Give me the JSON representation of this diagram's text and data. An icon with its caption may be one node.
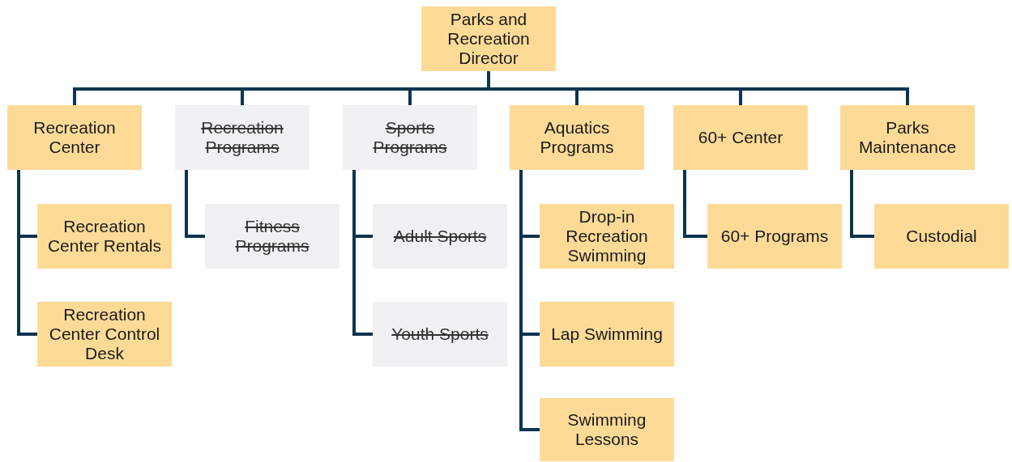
{
  "diagram": {
    "nodes": [
      {
        "text": [
          "Parks and Recreation Director"
        ]
      },
      {
        "text": [
          "Recreation Center"
        ]
      },
      {
        "text": [
          "Recreation Programs"
        ]
      },
      {
        "text": [
          "Sports Programs"
        ]
      },
      {
        "text": [
          "Aquatics Programs"
        ]
      },
      {
        "text": [
          "60+ Center"
        ]
      },
      {
        "text": [
          "Parks Maintenance"
        ]
      },
      {
        "text": [
          "Recreation Center Rentals"
        ]
      },
      {
        "text": [
          "Recreation Center Control Desk"
        ]
      },
      {
        "text": [
          "Fitness Programs"
        ]
      },
      {
        "text": [
          "Adult Sports"
        ]
      },
      {
        "text": [
          "Youth Sports"
        ]
      },
      {
        "text": [
          "Drop-in Recreation Swimming"
        ]
      },
      {
        "text": [
          "Lap Swimming"
        ]
      },
      {
        "text": [
          "Swimming Lessons"
        ]
      },
      {
        "text": [
          "60+ Programs"
        ]
      },
      {
        "text": [
          "Custodial"
        ]
      }
    ],
    "edges": [
      {
        "from": 0,
        "to": 1,
        "arrow": "none"
      },
      {
        "from": 0,
        "to": 2,
        "arrow": "none"
      },
      {
        "from": 0,
        "to": 3,
        "arrow": "none"
      },
      {
        "from": 0,
        "to": 4,
        "arrow": "none"
      },
      {
        "from": 0,
        "to": 5,
        "arrow": "none"
      },
      {
        "from": 0,
        "to": 6,
        "arrow": "none"
      },
      {
        "from": 1,
        "to": 7,
        "arrow": "none"
      },
      {
        "from": 1,
        "to": 8,
        "arrow": "none"
      },
      {
        "from": 2,
        "to": 9,
        "arrow": "none"
      },
      {
        "from": 3,
        "to": 10,
        "arrow": "none"
      },
      {
        "from": 3,
        "to": 11,
        "arrow": "none"
      },
      {
        "from": 4,
        "to": 12,
        "arrow": "none"
      },
      {
        "from": 4,
        "to": 13,
        "arrow": "none"
      },
      {
        "from": 4,
        "to": 14,
        "arrow": "none"
      },
      {
        "from": 5,
        "to": 15,
        "arrow": "none"
      },
      {
        "from": 6,
        "to": 16,
        "arrow": "none"
      }
    ]
  }
}
